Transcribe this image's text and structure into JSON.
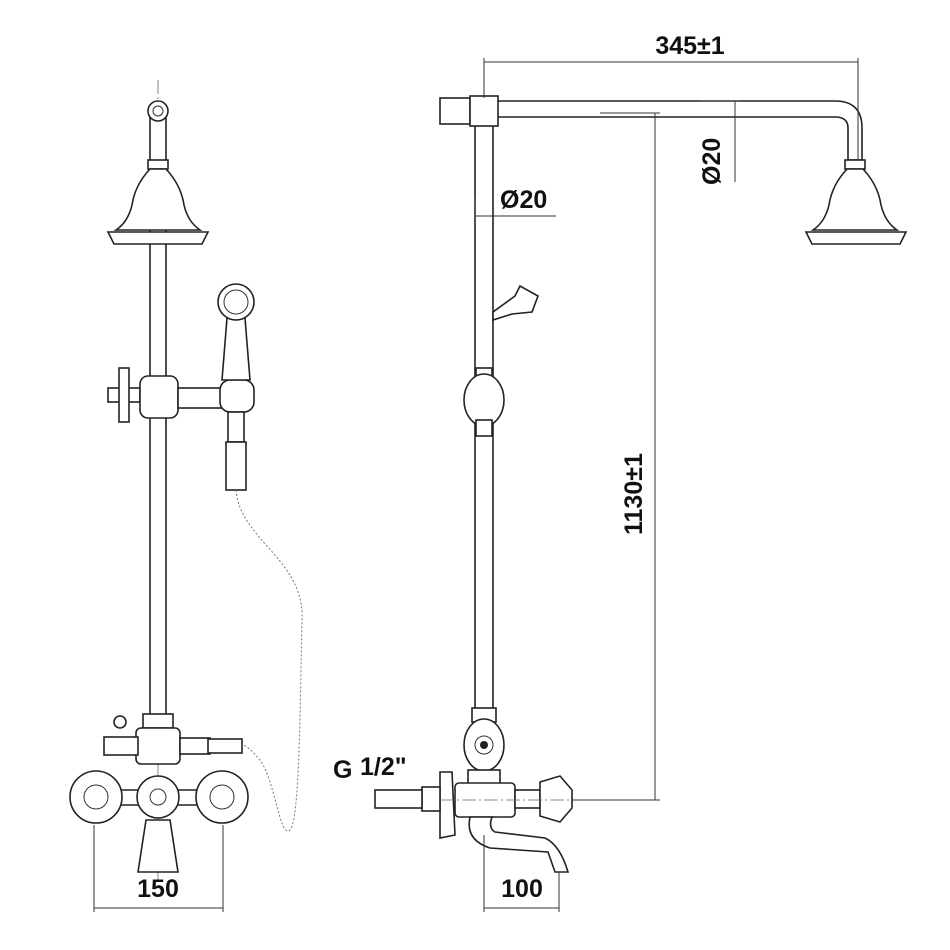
{
  "dimensions": {
    "arm_reach": "345±1",
    "arm_diameter": "Ø20",
    "riser_diameter": "Ø20",
    "height": "1130±1",
    "inlet_thread_g": "G",
    "inlet_thread_size": "1/2\"",
    "handle_spacing": "150",
    "spout_projection": "100"
  },
  "colors": {
    "line": "#222222",
    "background": "#ffffff"
  }
}
